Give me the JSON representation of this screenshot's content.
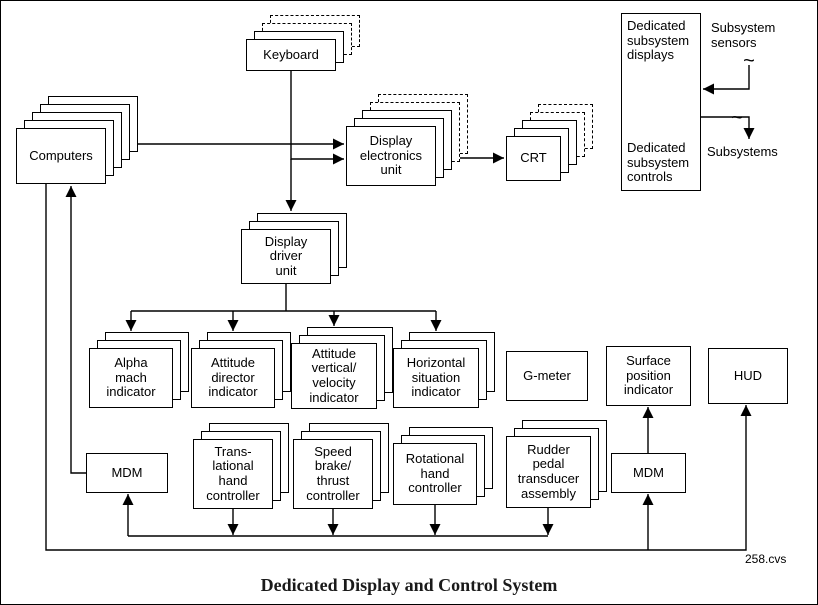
{
  "caption": "Dedicated Display and Control System",
  "file_label": "258.cvs",
  "colors": {
    "line": "#000000",
    "background": "#ffffff",
    "box_fill": "#ffffff"
  },
  "icons": {
    "squiggle": "~"
  },
  "nodes": {
    "computers": {
      "label": "Computers"
    },
    "keyboard": {
      "label": "Keyboard"
    },
    "deu": {
      "label": "Display\nelectronics\nunit"
    },
    "crt": {
      "label": "CRT"
    },
    "dedicated_displays": {
      "label": "Dedicated\nsubsystem\ndisplays"
    },
    "dedicated_controls": {
      "label": "Dedicated\nsubsystem\ncontrols"
    },
    "subsystem_sensors": {
      "label": "Subsystem\nsensors"
    },
    "subsystems": {
      "label": "Subsystems"
    },
    "ddu": {
      "label": "Display\ndriver\nunit"
    },
    "ami": {
      "label": "Alpha\nmach\nindicator"
    },
    "adi": {
      "label": "Attitude\ndirector\nindicator"
    },
    "avvi": {
      "label": "Attitude\nvertical/\nvelocity\nindicator"
    },
    "hsi": {
      "label": "Horizontal\nsituation\nindicator"
    },
    "gmeter": {
      "label": "G-meter"
    },
    "spi": {
      "label": "Surface\nposition\nindicator"
    },
    "hud": {
      "label": "HUD"
    },
    "mdm_left": {
      "label": "MDM"
    },
    "mdm_right": {
      "label": "MDM"
    },
    "thc": {
      "label": "Trans-\nlational\nhand\ncontroller"
    },
    "sbtc": {
      "label": "Speed\nbrake/\nthrust\ncontroller"
    },
    "rhc": {
      "label": "Rotational\nhand\ncontroller"
    },
    "rudder": {
      "label": "Rudder\npedal\ntransducer\nassembly"
    }
  },
  "connections": [
    {
      "from": "keyboard",
      "to": "display_electronics_unit"
    },
    {
      "from": "computers",
      "to": "display_electronics_unit"
    },
    {
      "from": "display_electronics_unit",
      "to": "crt"
    },
    {
      "from": "computers",
      "to": "display_driver_unit"
    },
    {
      "from": "display_driver_unit",
      "to": "alpha_mach_indicator"
    },
    {
      "from": "display_driver_unit",
      "to": "attitude_director_indicator"
    },
    {
      "from": "display_driver_unit",
      "to": "attitude_vertical_velocity_indicator"
    },
    {
      "from": "display_driver_unit",
      "to": "horizontal_situation_indicator"
    },
    {
      "from": "subsystem_sensors",
      "to": "dedicated_subsystem_displays"
    },
    {
      "from": "dedicated_subsystem_controls",
      "to": "subsystems"
    },
    {
      "from": "translational_hand_controller",
      "to": "mdm_left"
    },
    {
      "from": "speed_brake_thrust_controller",
      "to": "mdm_left"
    },
    {
      "from": "rotational_hand_controller",
      "to": "mdm_left"
    },
    {
      "from": "rudder_pedal_transducer_assembly",
      "to": "mdm_left"
    },
    {
      "from": "mdm_left",
      "to": "computers"
    },
    {
      "from": "computers",
      "to": "mdm_right"
    },
    {
      "from": "mdm_right",
      "to": "surface_position_indicator"
    },
    {
      "from": "computers",
      "to": "hud"
    }
  ]
}
